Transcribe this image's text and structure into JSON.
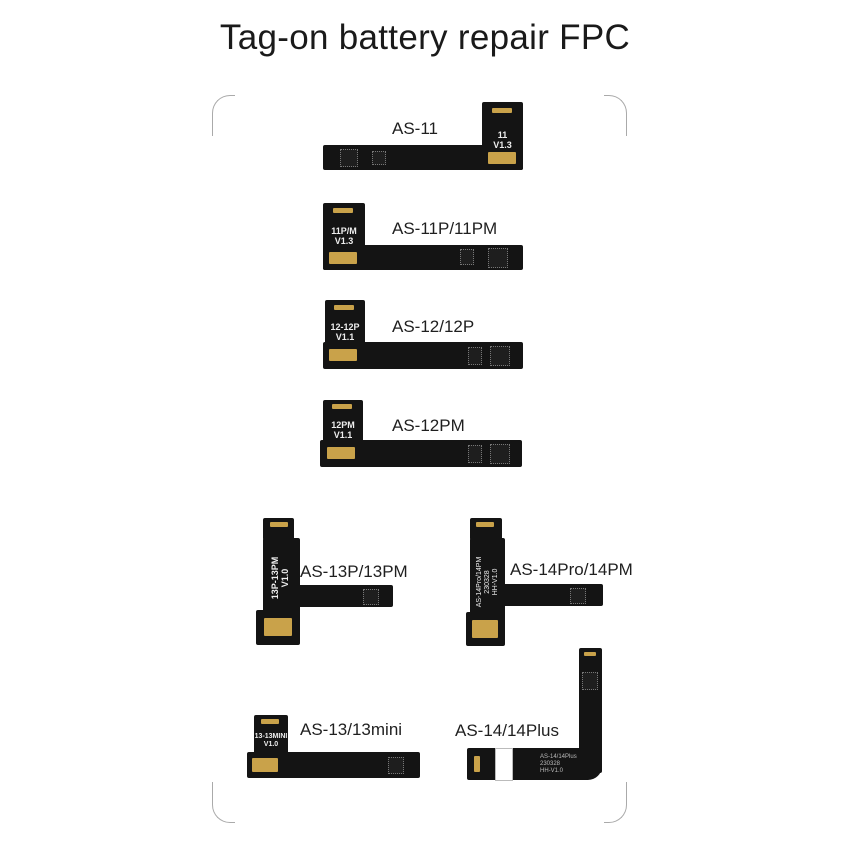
{
  "title": "Tag-on battery repair FPC",
  "boards": [
    {
      "label": "AS-11",
      "marking": [
        "11",
        "V1.3"
      ]
    },
    {
      "label": "AS-11P/11PM",
      "marking": [
        "11P/M",
        "V1.3"
      ]
    },
    {
      "label": "AS-12/12P",
      "marking": [
        "12-12P",
        "V1.1"
      ]
    },
    {
      "label": "AS-12PM",
      "marking": [
        "12PM",
        "V1.1"
      ]
    },
    {
      "label": "AS-13P/13PM",
      "marking": [
        "13P-13PM",
        "V1.0"
      ]
    },
    {
      "label": "AS-14Pro/14PM",
      "marking": [
        "AS-14Pro/14PM",
        "230328",
        "HH-V1.0"
      ]
    },
    {
      "label": "AS-13/13mini",
      "marking": [
        "13-13MINI",
        "V1.0"
      ]
    },
    {
      "label": "AS-14/14Plus",
      "marking": [
        "AS-14/14Plus",
        "230328",
        "HH-V1.0"
      ]
    }
  ],
  "colors": {
    "pcb": "#141414",
    "gold": "#c9a24a"
  }
}
